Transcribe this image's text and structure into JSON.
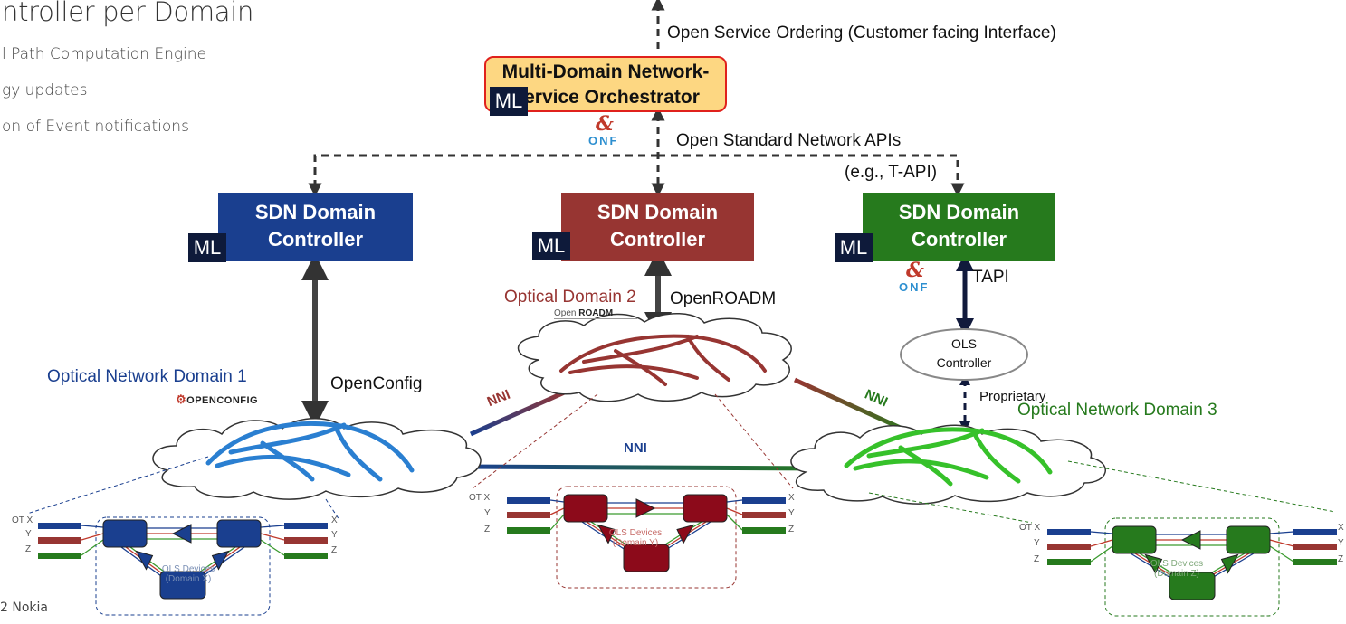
{
  "title": "ntroller per Domain",
  "bullets": [
    "l Path Computation Engine",
    "gy updates",
    "on of Event notifications"
  ],
  "footer": "2 Nokia",
  "orchestrator": {
    "line1": "Multi-Domain Network-",
    "line2": "Service Orchestrator",
    "ml": "ML"
  },
  "top_label": "Open Service Ordering  (Customer facing Interface)",
  "apis_label_1": "Open Standard Network APIs",
  "apis_label_2": "(e.g., T-API)",
  "controllers": [
    {
      "line1": "SDN Domain",
      "line2": "Controller",
      "ml": "ML",
      "color": "#1a3f8f"
    },
    {
      "line1": "SDN Domain",
      "line2": "Controller",
      "ml": "ML",
      "color": "#973532"
    },
    {
      "line1": "SDN Domain",
      "line2": "Controller",
      "ml": "ML",
      "color": "#267a1d"
    }
  ],
  "interfaces": {
    "openconfig": "OpenConfig",
    "openroadm": "OpenROADM",
    "tapi": "TAPI",
    "proprietary": "Proprietary"
  },
  "logos": {
    "openconfig": "OPENCONFIG",
    "openroadm_a": "Open",
    "openroadm_b": "ROADM",
    "onf": "ONF"
  },
  "domains": {
    "d1": "Optical Network Domain 1",
    "d2": "Optical Domain 2",
    "d3": "Optical Network Domain 3"
  },
  "ols_controller": {
    "line1": "OLS",
    "line2": "Controller"
  },
  "nni": "NNI",
  "ols_boxes": [
    {
      "line1": "OLS Devices",
      "line2": "(Domain X)"
    },
    {
      "line1": "OLS Devices",
      "line2": "(Domain Y)"
    },
    {
      "line1": "OLS Devices",
      "line2": "(Domain Z)"
    }
  ],
  "port_labels": {
    "otx": "OT X",
    "x": "X",
    "y": "Y",
    "z": "Z"
  },
  "colors": {
    "blue": "#1a3f8f",
    "red": "#973532",
    "green": "#267a1d",
    "orange": "#fdd782",
    "orch_border": "#e0211c",
    "dark": "#0e1a3a"
  }
}
